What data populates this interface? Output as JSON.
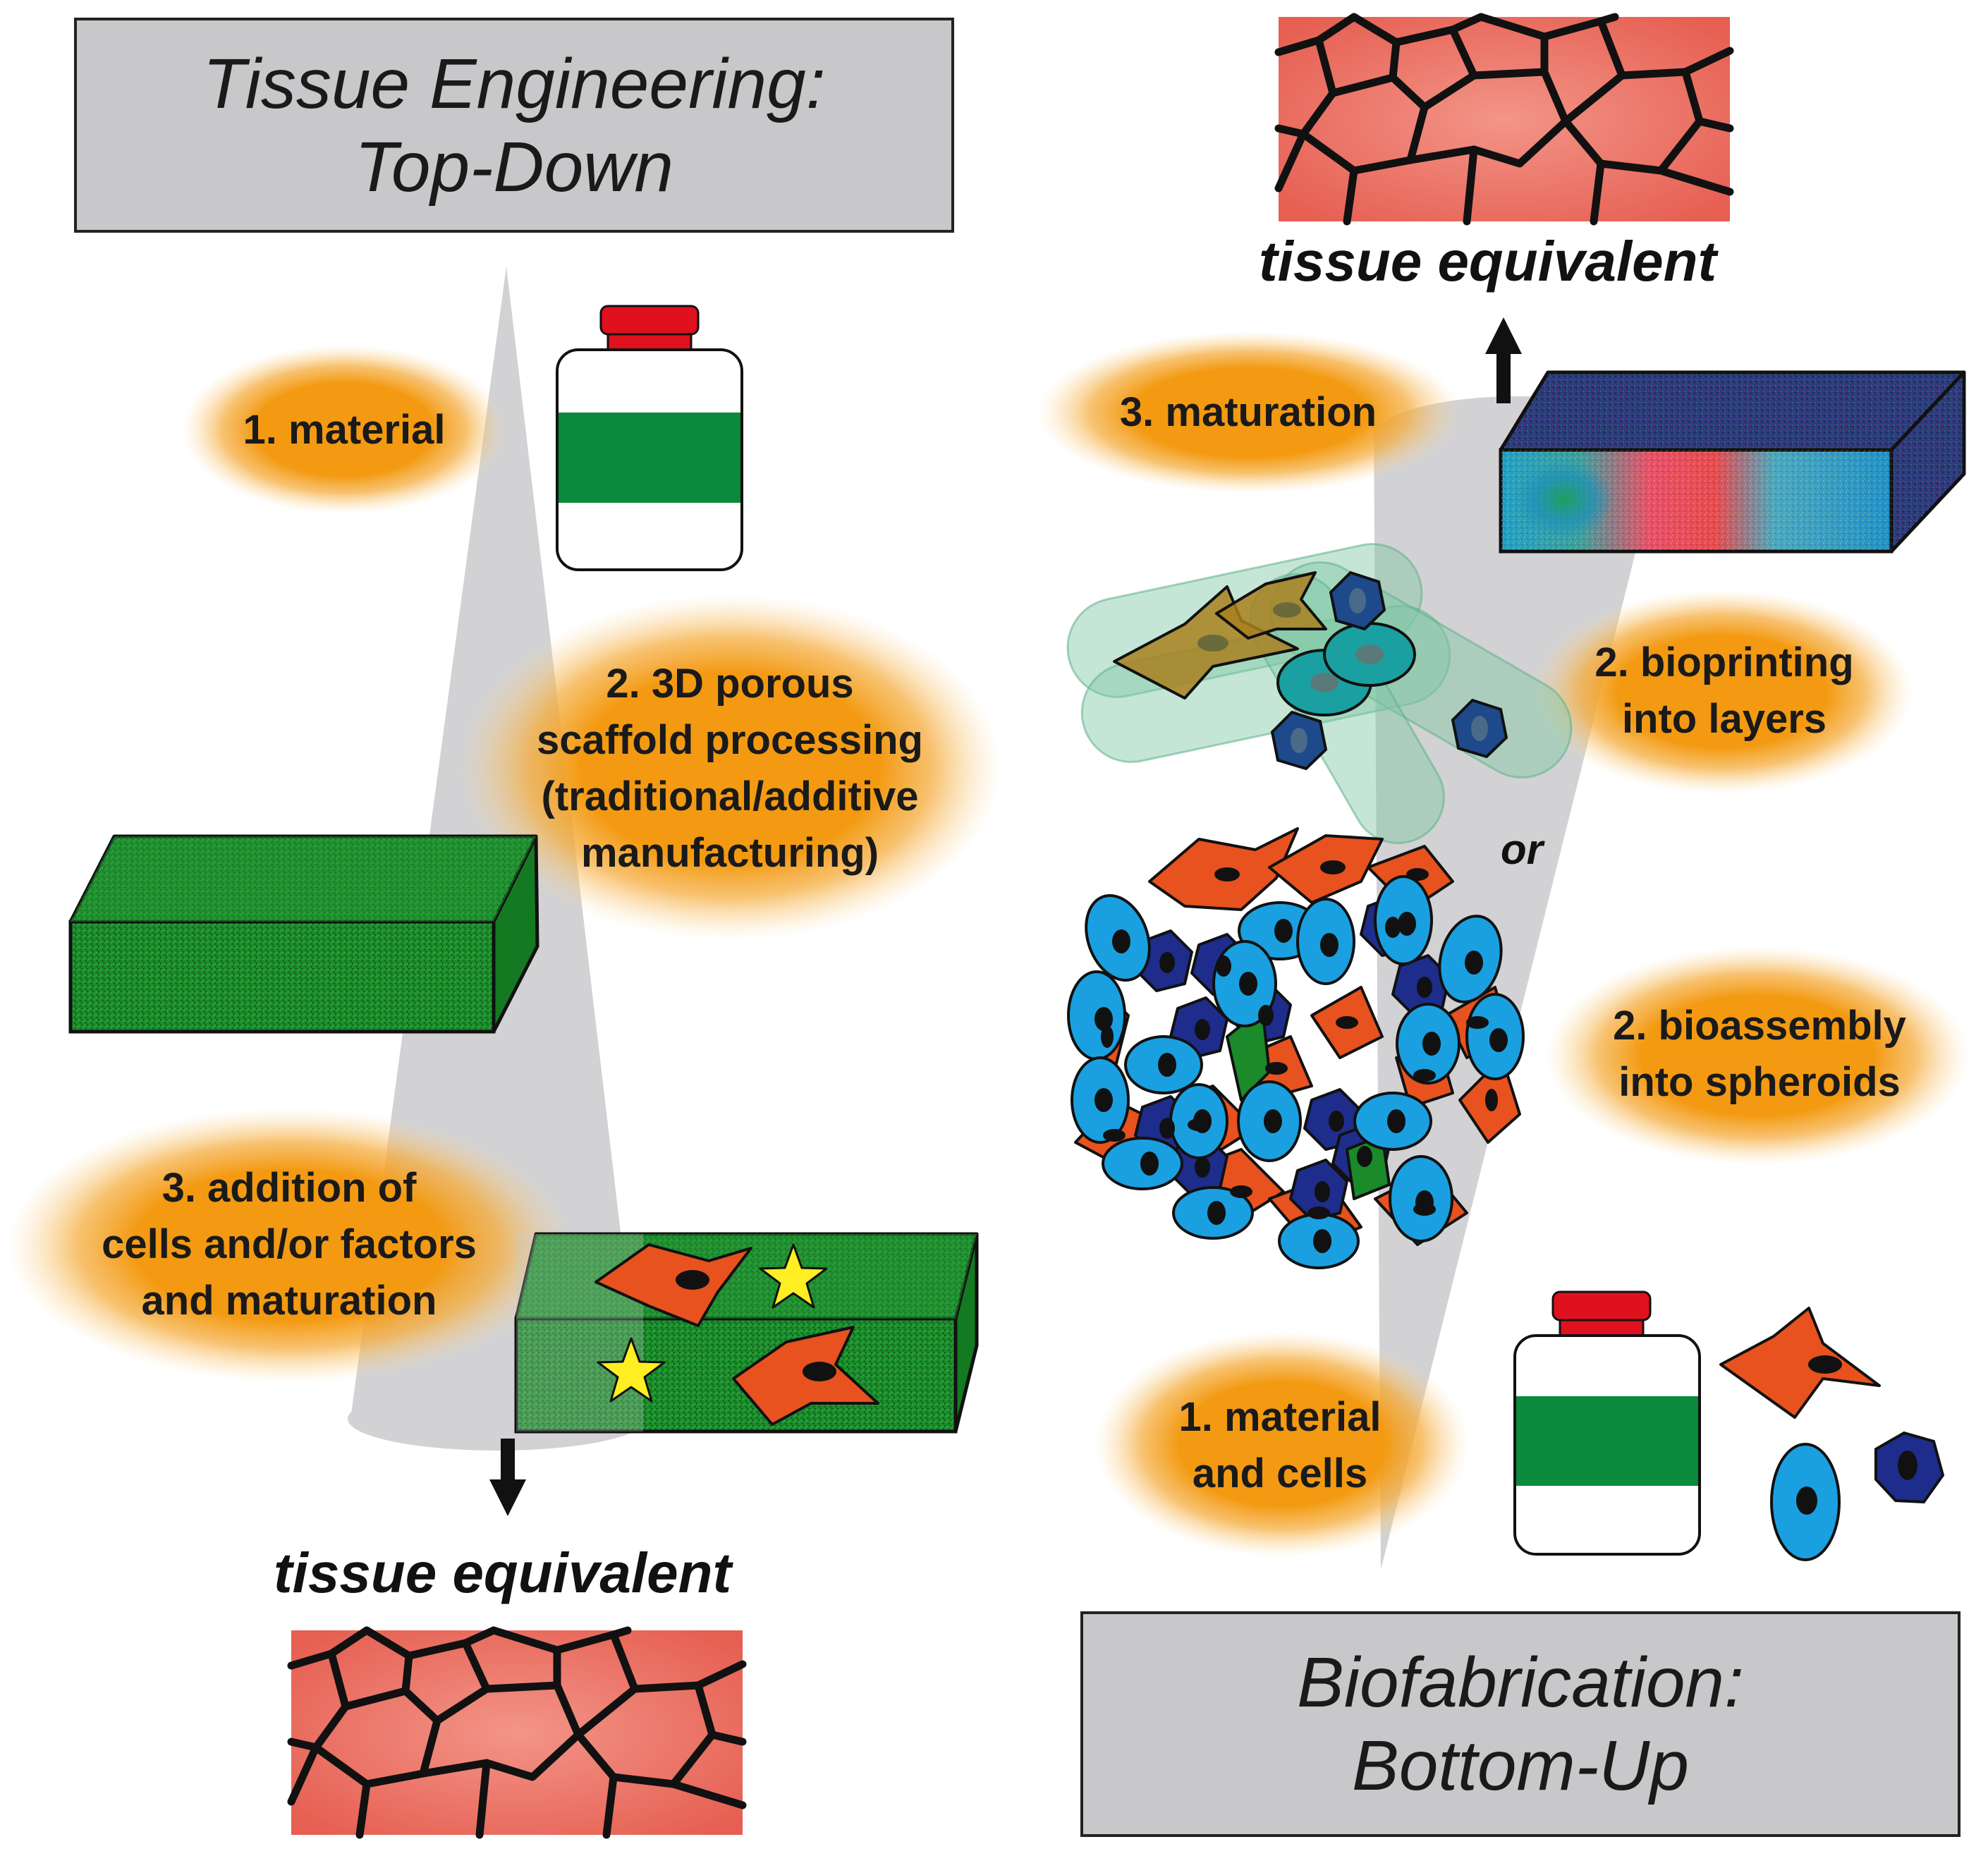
{
  "top_down": {
    "title_line1": "Tissue Engineering:",
    "title_line2": "Top-Down",
    "step1": "1. material",
    "step2": [
      "2. 3D porous",
      "scaffold processing",
      "(traditional/additive",
      "manufacturing)"
    ],
    "step3": [
      "3. addition of",
      "cells and/or factors",
      "and maturation"
    ],
    "outcome": "tissue equivalent"
  },
  "bottom_up": {
    "title_line1": "Biofabrication:",
    "title_line2": "Bottom-Up",
    "step1": [
      "1. material",
      "and cells"
    ],
    "step2a": [
      "2. bioprinting",
      "into layers"
    ],
    "or_label": "or",
    "step2b": [
      "2. bioassembly",
      "into spheroids"
    ],
    "step3": "3. maturation",
    "outcome": "tissue equivalent"
  },
  "colors": {
    "title_box": "#c8c8ca",
    "step_glow": "#f39a12",
    "material_label": "#0a8a3a",
    "bottle_cap": "#e0101e",
    "scaffold": "#1a8a2a",
    "tissue": "#ec6f62",
    "fibroblast": "#e8521e",
    "cell_light_blue": "#1aa0e0",
    "cell_dark_blue": "#1e2d8c",
    "factor_star": "#ffee22"
  },
  "icons": [
    "bottle-icon",
    "scaffold-block-icon",
    "tissue-patch-icon",
    "fibroblast-cell-icon",
    "round-cell-icon",
    "hexagonal-cell-icon",
    "growth-factor-star-icon",
    "arrow-down-icon",
    "arrow-up-icon"
  ]
}
